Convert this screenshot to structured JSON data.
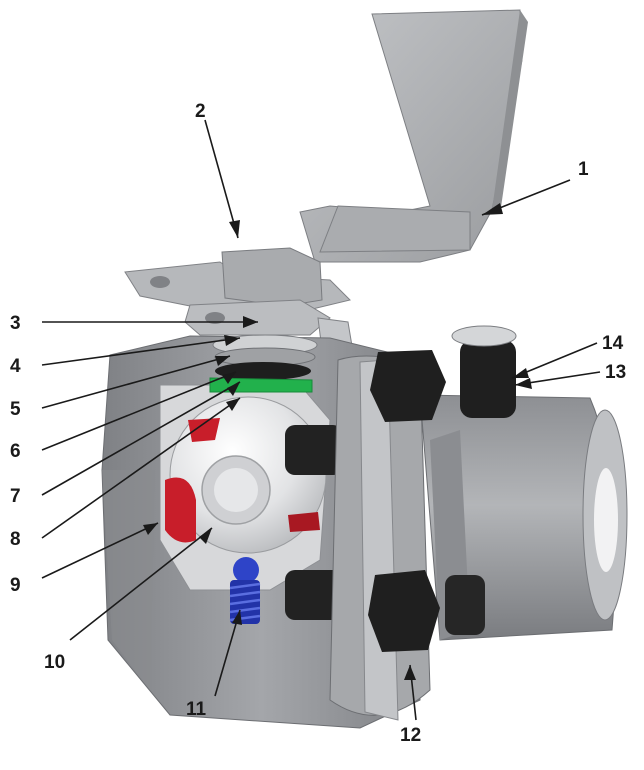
{
  "diagram": {
    "labels": [
      "1",
      "2",
      "3",
      "4",
      "5",
      "6",
      "7",
      "8",
      "9",
      "10",
      "11",
      "12",
      "13",
      "14"
    ],
    "colors": {
      "body_gray": "#9c9ea2",
      "body_dark": "#6f7175",
      "body_light": "#c9cbce",
      "handle": "#b4b6b9",
      "seat_red": "#c81e2a",
      "seal_green": "#22b14c",
      "spring_blue": "#2233a8",
      "bolt_black": "#222222",
      "leader": "#1a1a1a"
    }
  }
}
